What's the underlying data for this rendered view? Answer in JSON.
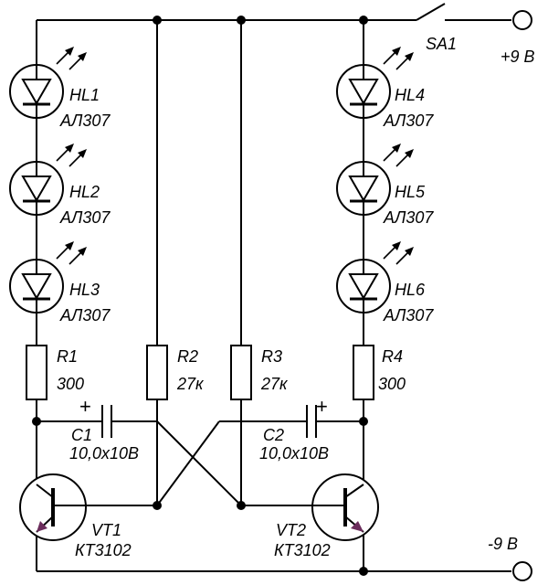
{
  "switch": {
    "ref": "SA1"
  },
  "terminals": {
    "positive": "+9 В",
    "negative": "-9 В"
  },
  "leds": [
    {
      "ref": "HL1",
      "type": "АЛ307"
    },
    {
      "ref": "HL2",
      "type": "АЛ307"
    },
    {
      "ref": "HL3",
      "type": "АЛ307"
    },
    {
      "ref": "HL4",
      "type": "АЛ307"
    },
    {
      "ref": "HL5",
      "type": "АЛ307"
    },
    {
      "ref": "HL6",
      "type": "АЛ307"
    }
  ],
  "resistors": [
    {
      "ref": "R1",
      "value": "300"
    },
    {
      "ref": "R2",
      "value": "27к"
    },
    {
      "ref": "R3",
      "value": "27к"
    },
    {
      "ref": "R4",
      "value": "300"
    }
  ],
  "capacitors": [
    {
      "ref": "C1",
      "value": "10,0x10В",
      "polarity": "+"
    },
    {
      "ref": "C2",
      "value": "10,0x10В",
      "polarity": "+"
    }
  ],
  "transistors": [
    {
      "ref": "VT1",
      "type": "КТ3102"
    },
    {
      "ref": "VT2",
      "type": "КТ3102"
    }
  ],
  "colors": {
    "ink": "#000000",
    "emitter_arrow": "#6b2d5c",
    "background": "#ffffff"
  }
}
